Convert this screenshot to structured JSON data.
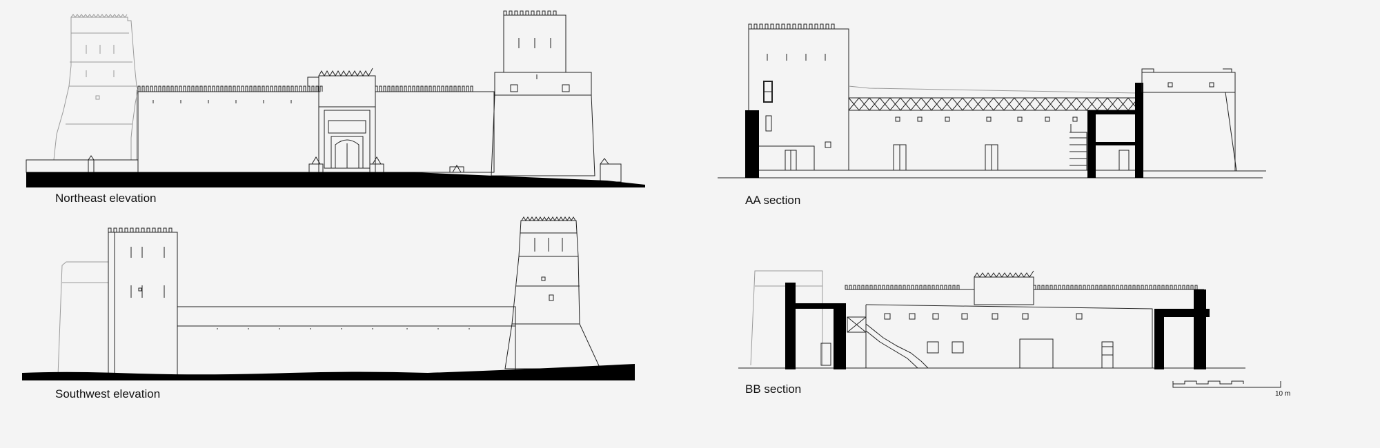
{
  "drawings": {
    "northeast_elevation": {
      "caption": "Northeast elevation"
    },
    "southwest_elevation": {
      "caption": "Southwest elevation"
    },
    "aa_section": {
      "caption": "AA section"
    },
    "bb_section": {
      "caption": "BB section"
    }
  },
  "scale_bar": {
    "label": "10 m"
  },
  "colors": {
    "background": "#f4f4f4",
    "line": "#222222",
    "light_line": "#9a9a9a",
    "fill": "#000000"
  }
}
